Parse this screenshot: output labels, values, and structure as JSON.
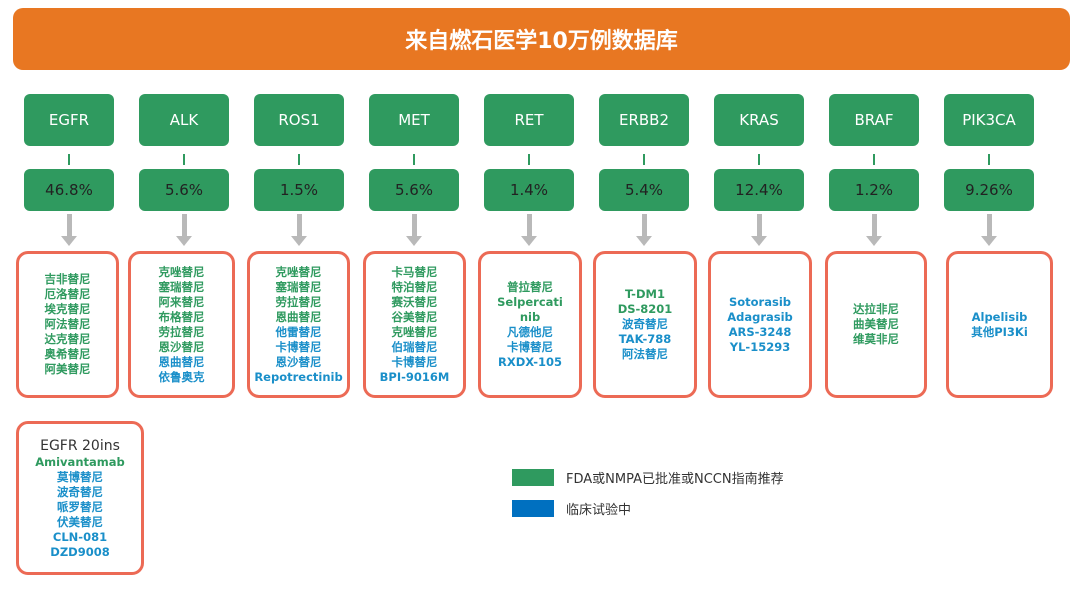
{
  "colors": {
    "orange": "#e87722",
    "green": "#2f9a5f",
    "blue": "#1a8fc9",
    "box_border": "#ec6a55",
    "arrow": "#b9b9b9"
  },
  "banner": {
    "title": "来自燃石医学10万例数据库"
  },
  "columns": [
    {
      "gene": "EGFR",
      "freq": "46.8%",
      "drugs": [
        {
          "t": "吉非替尼",
          "c": "g"
        },
        {
          "t": "厄洛替尼",
          "c": "g"
        },
        {
          "t": "埃克替尼",
          "c": "g"
        },
        {
          "t": "阿法替尼",
          "c": "g"
        },
        {
          "t": "达克替尼",
          "c": "g"
        },
        {
          "t": "奥希替尼",
          "c": "g"
        },
        {
          "t": "阿美替尼",
          "c": "g"
        }
      ]
    },
    {
      "gene": "ALK",
      "freq": "5.6%",
      "drugs": [
        {
          "t": "克唑替尼",
          "c": "g"
        },
        {
          "t": "塞瑞替尼",
          "c": "g"
        },
        {
          "t": "阿来替尼",
          "c": "g"
        },
        {
          "t": "布格替尼",
          "c": "g"
        },
        {
          "t": "劳拉替尼",
          "c": "g"
        },
        {
          "t": "恩沙替尼",
          "c": "g"
        },
        {
          "t": "恩曲替尼",
          "c": "b"
        },
        {
          "t": "依鲁奥克",
          "c": "b"
        }
      ]
    },
    {
      "gene": "ROS1",
      "freq": "1.5%",
      "drugs": [
        {
          "t": "克唑替尼",
          "c": "g"
        },
        {
          "t": "塞瑞替尼",
          "c": "g"
        },
        {
          "t": "劳拉替尼",
          "c": "g"
        },
        {
          "t": "恩曲替尼",
          "c": "g"
        },
        {
          "t": "他雷替尼",
          "c": "b"
        },
        {
          "t": "卡博替尼",
          "c": "b"
        },
        {
          "t": "恩沙替尼",
          "c": "b"
        },
        {
          "t": "Repotrectinib",
          "c": "b"
        }
      ]
    },
    {
      "gene": "MET",
      "freq": "5.6%",
      "drugs": [
        {
          "t": "卡马替尼",
          "c": "g"
        },
        {
          "t": "特泊替尼",
          "c": "g"
        },
        {
          "t": "赛沃替尼",
          "c": "g"
        },
        {
          "t": "谷美替尼",
          "c": "g"
        },
        {
          "t": "克唑替尼",
          "c": "g"
        },
        {
          "t": "伯瑞替尼",
          "c": "b"
        },
        {
          "t": "卡博替尼",
          "c": "b"
        },
        {
          "t": "BPI-9016M",
          "c": "b"
        }
      ]
    },
    {
      "gene": "RET",
      "freq": "1.4%",
      "drugs": [
        {
          "t": "普拉替尼",
          "c": "g"
        },
        {
          "t": "Selpercati",
          "c": "g"
        },
        {
          "t": "nib",
          "c": "g"
        },
        {
          "t": "凡德他尼",
          "c": "b"
        },
        {
          "t": "卡博替尼",
          "c": "b"
        },
        {
          "t": "RXDX-105",
          "c": "b"
        }
      ]
    },
    {
      "gene": "ERBB2",
      "freq": "5.4%",
      "drugs": [
        {
          "t": "T-DM1",
          "c": "g"
        },
        {
          "t": "DS-8201",
          "c": "g"
        },
        {
          "t": "波奇替尼",
          "c": "b"
        },
        {
          "t": "TAK-788",
          "c": "b"
        },
        {
          "t": "阿法替尼",
          "c": "b"
        }
      ]
    },
    {
      "gene": "KRAS",
      "freq": "12.4%",
      "drugs": [
        {
          "t": "Sotorasib",
          "c": "b"
        },
        {
          "t": "Adagrasib",
          "c": "b"
        },
        {
          "t": "ARS-3248",
          "c": "b"
        },
        {
          "t": "YL-15293",
          "c": "b"
        }
      ]
    },
    {
      "gene": "BRAF",
      "freq": "1.2%",
      "drugs": [
        {
          "t": "达拉非尼",
          "c": "g"
        },
        {
          "t": "曲美替尼",
          "c": "g"
        },
        {
          "t": "维莫非尼",
          "c": "g"
        }
      ]
    },
    {
      "gene": "PIK3CA",
      "freq": "9.26%",
      "drugs": [
        {
          "t": "Alpelisib",
          "c": "b"
        },
        {
          "t": "其他PI3Ki",
          "c": "b"
        }
      ]
    }
  ],
  "egfr20": {
    "title": "EGFR 20ins",
    "drugs": [
      {
        "t": "Amivantamab",
        "c": "g"
      },
      {
        "t": "莫博替尼",
        "c": "b"
      },
      {
        "t": "波奇替尼",
        "c": "b"
      },
      {
        "t": "哌罗替尼",
        "c": "b"
      },
      {
        "t": "伏美替尼",
        "c": "b"
      },
      {
        "t": "CLN-081",
        "c": "b"
      },
      {
        "t": "DZD9008",
        "c": "b"
      }
    ]
  },
  "legend": [
    {
      "label": "FDA或NMPA已批准或NCCN指南推荐",
      "color": "#2f9a5f"
    },
    {
      "label": "临床试验中",
      "color": "#0070c0"
    }
  ]
}
